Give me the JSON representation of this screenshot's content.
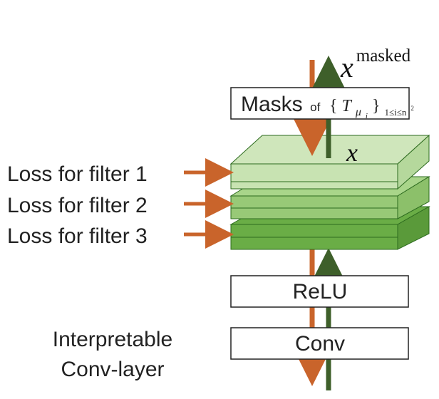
{
  "diagram": {
    "loss_labels": [
      "Loss for filter 1",
      "Loss for filter 2",
      "Loss for filter 3"
    ],
    "masks_box": {
      "word": "Masks",
      "of": "of",
      "set_open": "{",
      "set_symbol": "T",
      "subscript": "μ",
      "sub_subscript": "i",
      "set_close": "}",
      "index_range": "1≤i≤n",
      "index_power": "2"
    },
    "output_symbol": "x",
    "output_superscript": "masked",
    "feature_symbol": "x",
    "relu_label": "ReLU",
    "conv_label": "Conv",
    "caption_line1": "Interpretable",
    "caption_line2": "Conv-layer",
    "colors": {
      "orange_arrow": "#c9642b",
      "green_arrow": "#3e5f2a",
      "layer_light": "#c8e3b2",
      "layer_mid": "#98c977",
      "layer_dark": "#6aad46",
      "layer_edge": "#2d6b1f",
      "box_border": "#222222"
    }
  }
}
